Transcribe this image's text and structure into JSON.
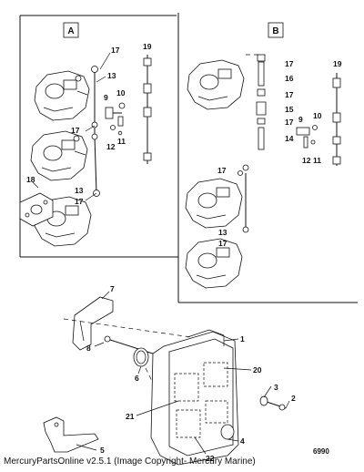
{
  "views": {
    "a": {
      "label": "A"
    },
    "b": {
      "label": "B"
    }
  },
  "callouts": {
    "a": [
      "17",
      "13",
      "19",
      "9",
      "10",
      "17",
      "11",
      "12",
      "18",
      "13",
      "17"
    ],
    "b": [
      "17",
      "16",
      "19",
      "17",
      "15",
      "17",
      "10",
      "9",
      "14",
      "12",
      "11",
      "17",
      "13",
      "17"
    ],
    "main": [
      "7",
      "1",
      "8",
      "20",
      "6",
      "3",
      "2",
      "21",
      "4",
      "5",
      "22"
    ]
  },
  "figure_number": "6990",
  "copyright": "MercuryPartsOnline v2.5.1 (Image Copyright- Mercury Marine)"
}
